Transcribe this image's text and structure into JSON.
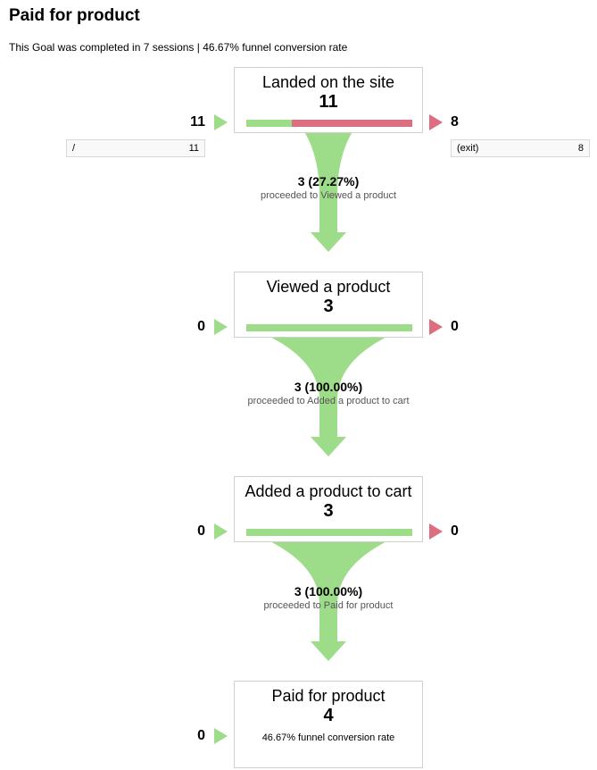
{
  "title": "Paid for product",
  "subtitle": "This Goal was completed in 7 sessions | 46.67% funnel conversion rate",
  "colors": {
    "green": "#9ddc89",
    "red": "#dc6e80",
    "border": "#d0d0d0"
  },
  "chart_data": {
    "type": "funnel",
    "steps": [
      {
        "name": "Landed on the site",
        "count": 11,
        "entrances": 11,
        "exits": 8,
        "completion_fraction": 0.2727
      },
      {
        "name": "Viewed a product",
        "count": 3,
        "entrances": 0,
        "exits": 0,
        "completion_fraction": 1.0
      },
      {
        "name": "Added a product to cart",
        "count": 3,
        "entrances": 0,
        "exits": 0,
        "completion_fraction": 1.0
      },
      {
        "name": "Paid for product",
        "count": 4,
        "entrances": 0,
        "note": "46.67% funnel conversion rate"
      }
    ],
    "transitions": [
      {
        "count_text": "3 (27.27%)",
        "text": "proceeded to Viewed a product"
      },
      {
        "count_text": "3 (100.00%)",
        "text": "proceeded to Added a product to cart"
      },
      {
        "count_text": "3 (100.00%)",
        "text": "proceeded to Paid for product"
      }
    ],
    "entrance_sources": [
      {
        "label": "/",
        "count": "11"
      }
    ],
    "exit_destinations": [
      {
        "label": "(exit)",
        "count": "8"
      }
    ]
  },
  "steps": [
    {
      "name": "Landed on the site",
      "count": "11",
      "entrances": "11",
      "exits": "8"
    },
    {
      "name": "Viewed a product",
      "count": "3",
      "entrances": "0",
      "exits": "0"
    },
    {
      "name": "Added a product to cart",
      "count": "3",
      "entrances": "0",
      "exits": "0"
    },
    {
      "name": "Paid for product",
      "count": "4",
      "entrances": "0",
      "note": "46.67% funnel conversion rate"
    }
  ],
  "transitions": [
    {
      "count_text": "3 (27.27%)",
      "text": "proceeded to Viewed a product"
    },
    {
      "count_text": "3 (100.00%)",
      "text": "proceeded to Added a product to cart"
    },
    {
      "count_text": "3 (100.00%)",
      "text": "proceeded to Paid for product"
    }
  ],
  "entrance_source": {
    "label": "/",
    "count": "11"
  },
  "exit_destination": {
    "label": "(exit)",
    "count": "8"
  }
}
